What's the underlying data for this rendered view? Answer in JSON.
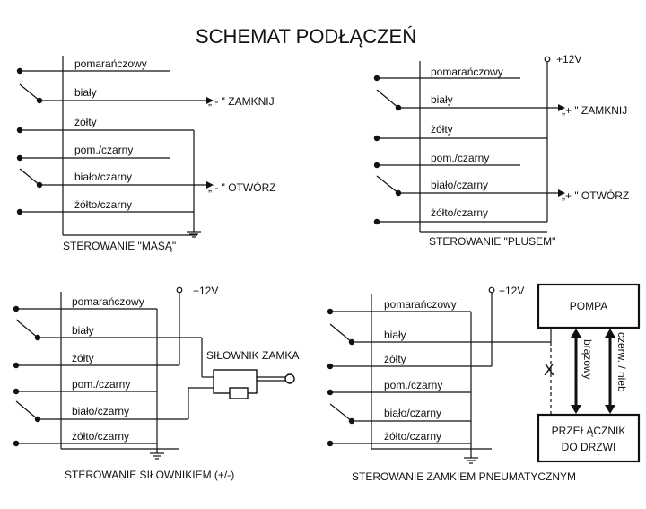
{
  "title": "SCHEMAT PODŁĄCZEŃ",
  "wires": [
    "pomarańczowy",
    "biały",
    "żółty",
    "pom./czarny",
    "biało/czarny",
    "żółto/czarny"
  ],
  "plus12": "+12V",
  "panel1": {
    "caption": "STEROWANIE \"MASĄ\"",
    "out_close": "„ - \" ZAMKNIJ",
    "out_open": "„ - \" OTWÓRZ"
  },
  "panel2": {
    "caption": "STEROWANIE \"PLUSEM\"",
    "out_close": "„+ \" ZAMKNIJ",
    "out_open": "„+ \" OTWÓRZ"
  },
  "panel3": {
    "caption": "STEROWANIE SIŁOWNIKIEM (+/-)",
    "actuator": "SIŁOWNIK ZAMKA"
  },
  "panel4": {
    "caption": "STEROWANIE ZAMKIEM PNEUMATYCZNYM",
    "pump": "POMPA",
    "switch_line1": "PRZEŁĄCZNIK",
    "switch_line2": "DO DRZWI",
    "wire_brown": "brązowy",
    "wire_redblue": "czerw. / nieb",
    "cross": "X"
  }
}
